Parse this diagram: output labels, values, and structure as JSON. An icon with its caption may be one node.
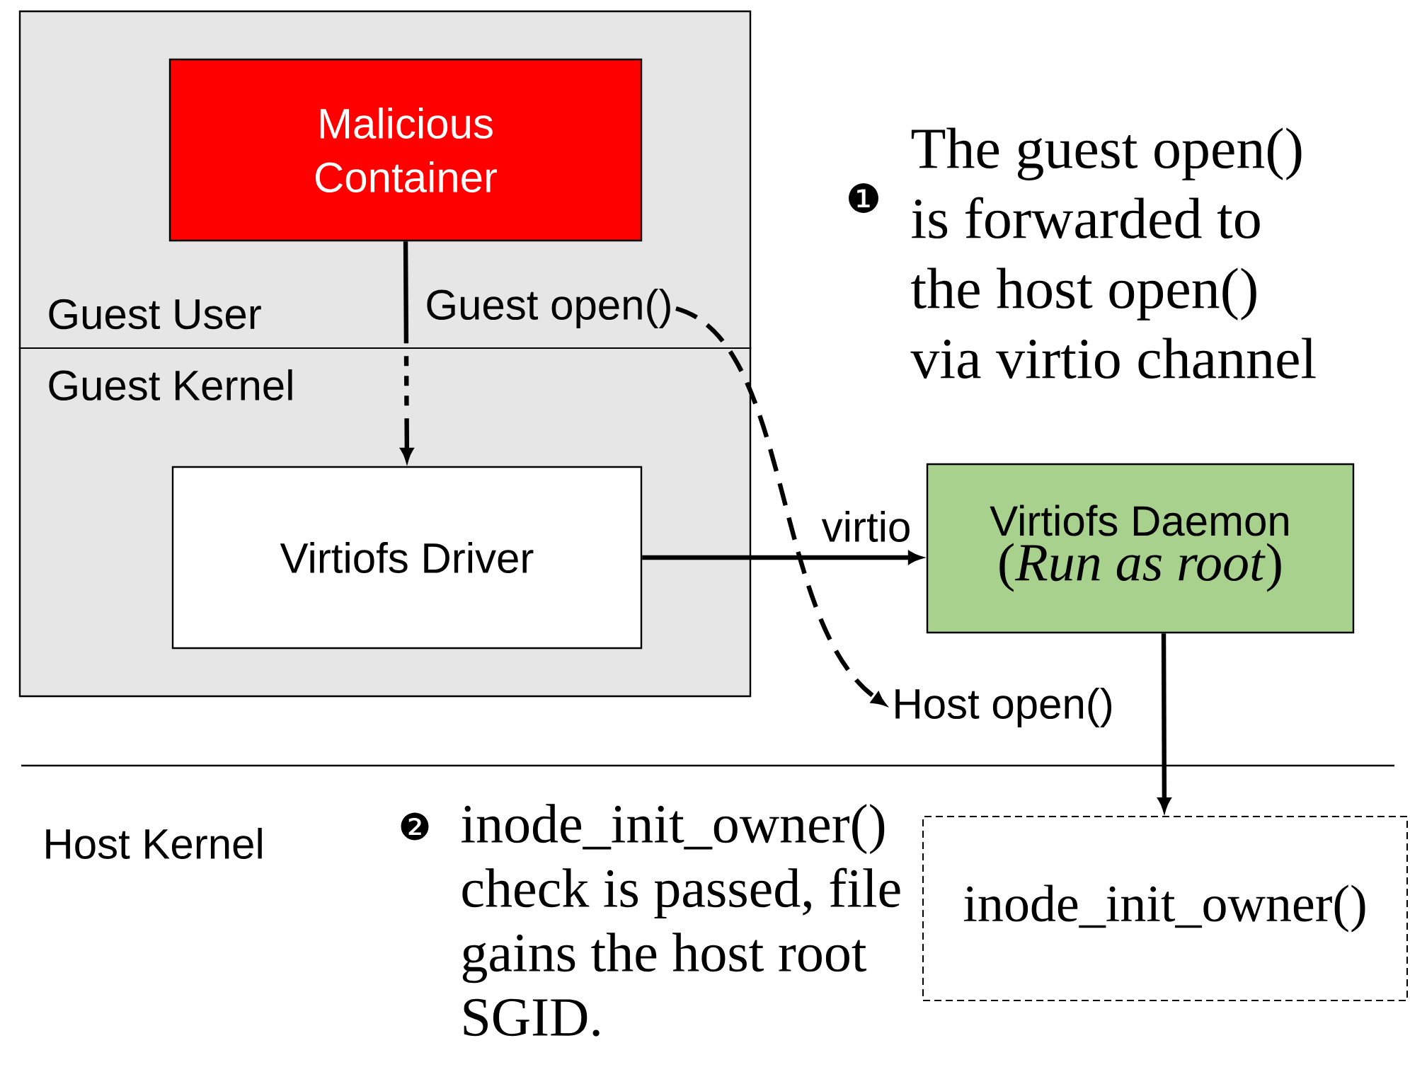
{
  "diagram": {
    "nodes": [
      {
        "text": [],
        "shape": "box"
      },
      {
        "text": [
          "Malicious Container"
        ],
        "in": 0
      },
      {
        "text": [
          "Virtiofs Driver"
        ],
        "in": 0
      },
      {
        "text": [
          "Virtiofs Daemon",
          "(*Run as root*)"
        ]
      },
      {
        "text": [
          "inode_init_owner()"
        ]
      },
      {
        "text": [
          "Guest open()"
        ],
        "in": 0
      },
      {
        "text": [
          "Host open()"
        ]
      }
    ],
    "edges": [
      {
        "from": 1,
        "to": 2,
        "arrow": "to",
        "style": "dashed"
      },
      {
        "from": 2,
        "to": 3,
        "arrow": "to",
        "label": "virtio"
      },
      {
        "from": 5,
        "to": 6,
        "arrow": "to",
        "style": "dashed"
      },
      {
        "from": 3,
        "to": 4,
        "arrow": "to"
      }
    ],
    "labels": [
      "Guest User",
      "Guest Kernel",
      "❶",
      "The guest open() is forwarded to the host open() via virtio channel",
      "Host Kernel",
      "❷",
      "inode_init_owner() check is passed, file gains the host root SGID."
    ]
  }
}
